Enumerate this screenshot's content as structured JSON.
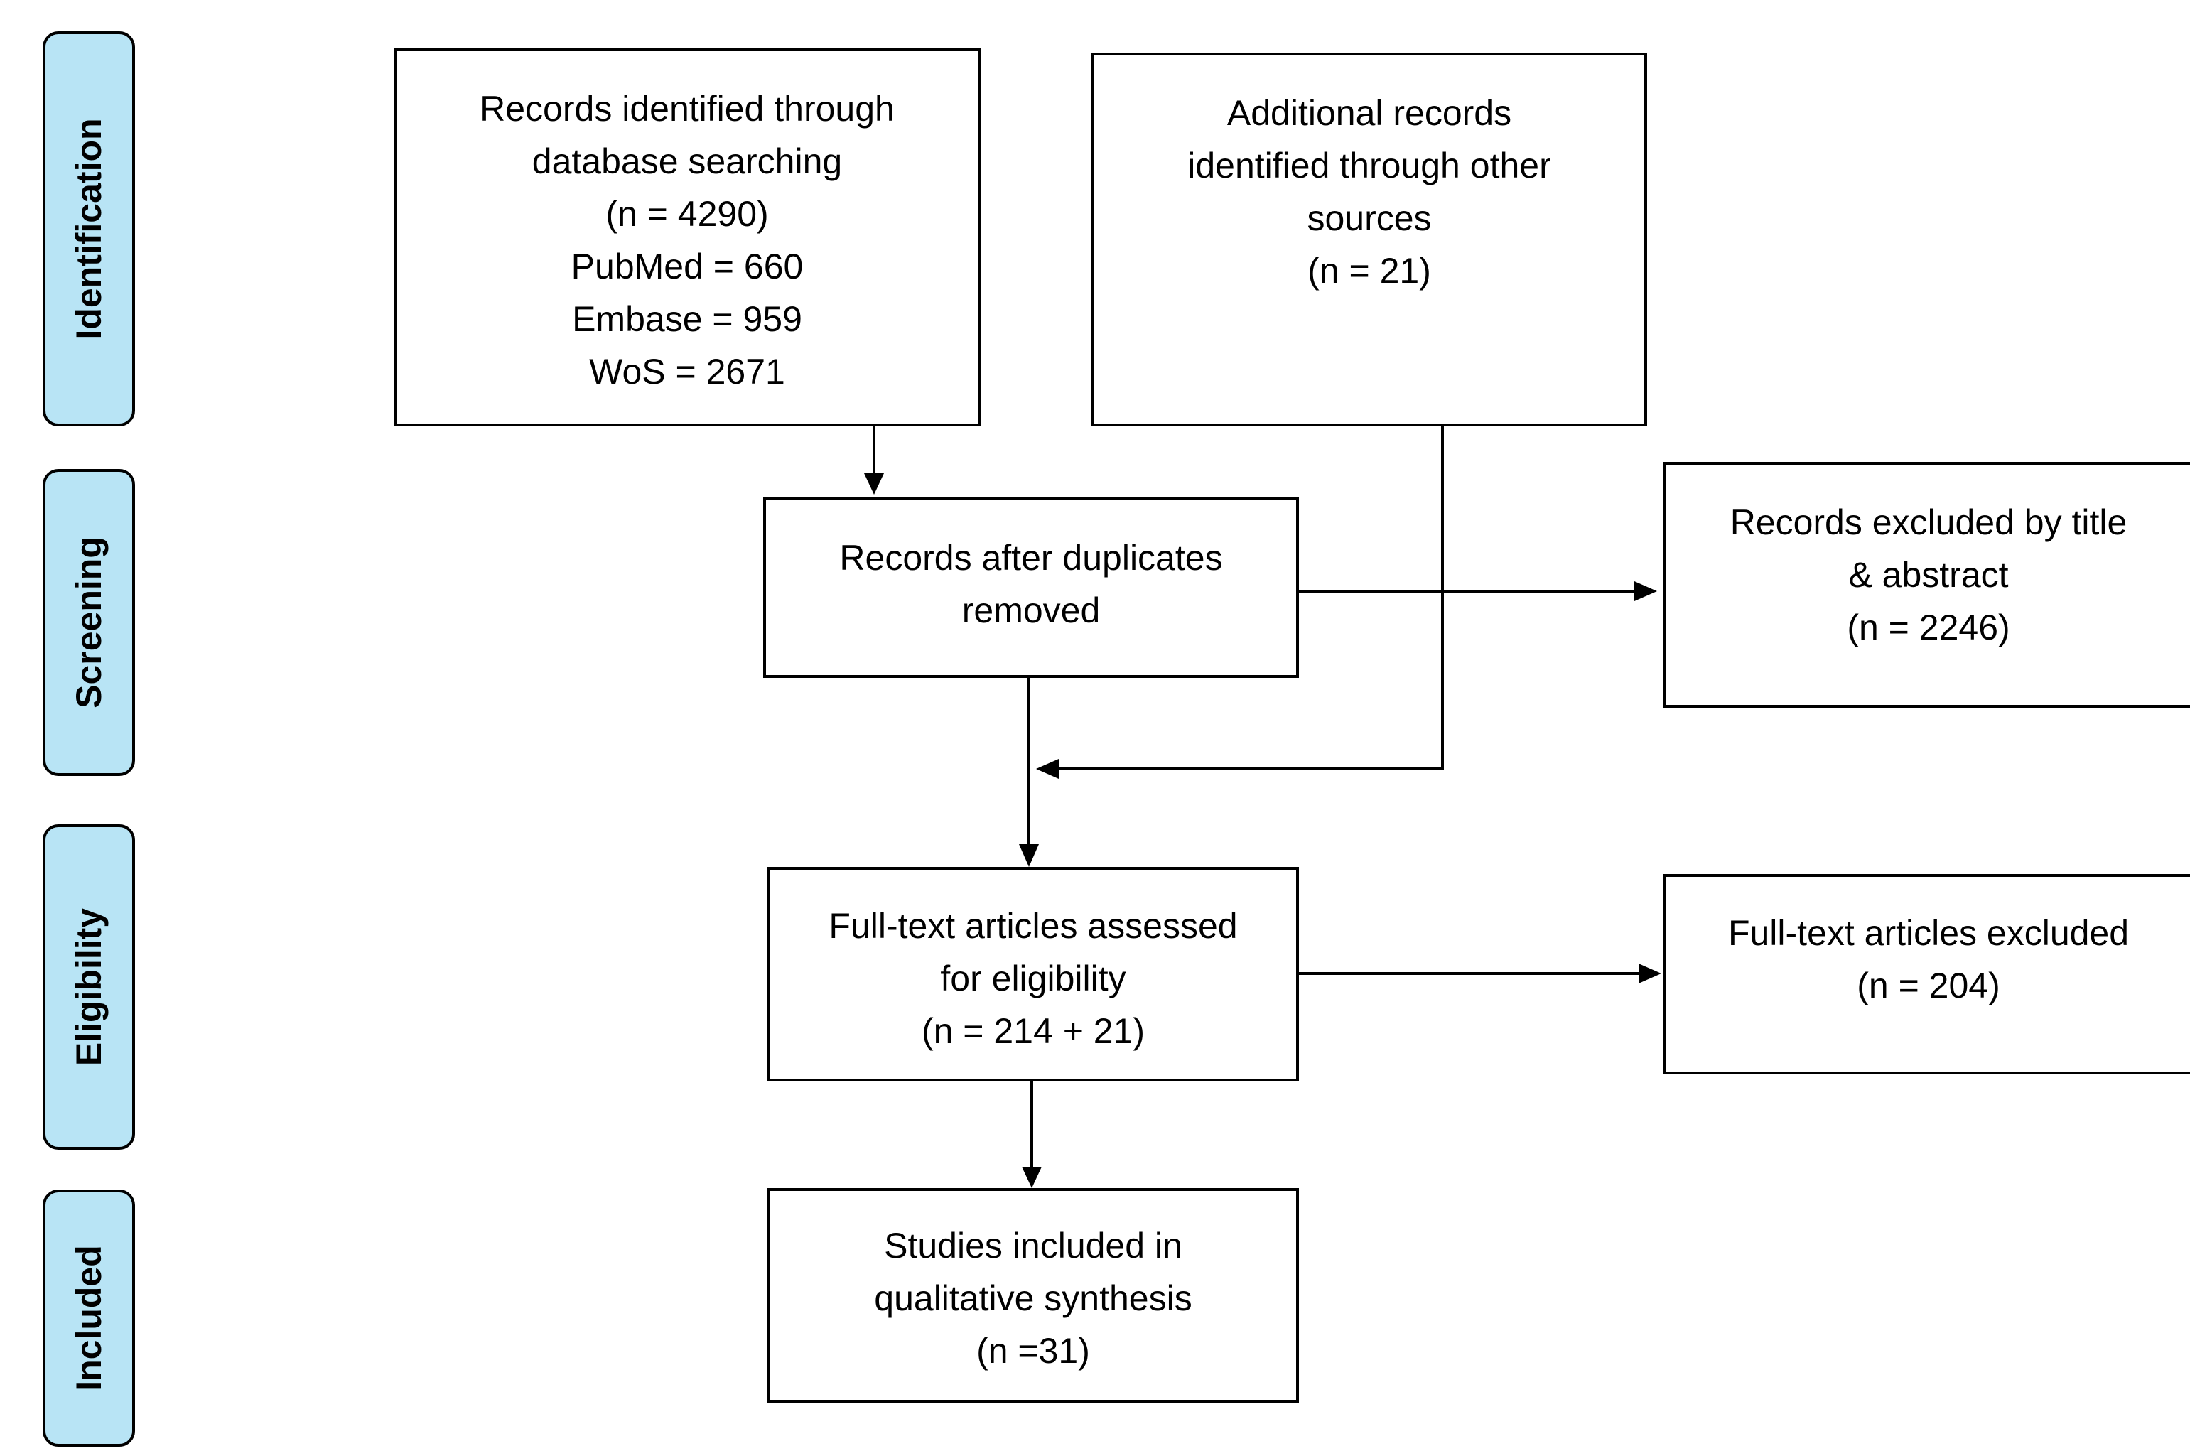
{
  "stages": {
    "identification": "Identification",
    "screening": "Screening",
    "eligibility": "Eligibility",
    "included": "Included"
  },
  "boxes": {
    "database_records": {
      "lines": [
        "Records identified through",
        "database searching",
        "(n = 4290)",
        "PubMed = 660",
        "Embase = 959",
        "WoS = 2671"
      ]
    },
    "additional_records": {
      "lines": [
        "Additional records",
        "identified through other",
        "sources",
        "(n = 21)"
      ]
    },
    "after_duplicates": {
      "lines": [
        "Records after duplicates",
        "removed"
      ]
    },
    "excluded_title_abstract": {
      "lines": [
        "Records excluded by title",
        "& abstract",
        "(n = 2246)"
      ]
    },
    "fulltext_assessed": {
      "lines": [
        "Full-text articles assessed",
        "for eligibility",
        "(n = 214 + 21)"
      ]
    },
    "fulltext_excluded": {
      "lines": [
        "Full-text articles excluded",
        "(n = 204)"
      ]
    },
    "studies_included": {
      "lines": [
        "Studies included in",
        "qualitative synthesis",
        "(n =31)"
      ]
    }
  },
  "colors": {
    "stage_fill": "#b8e4f5",
    "stroke": "#000000"
  }
}
